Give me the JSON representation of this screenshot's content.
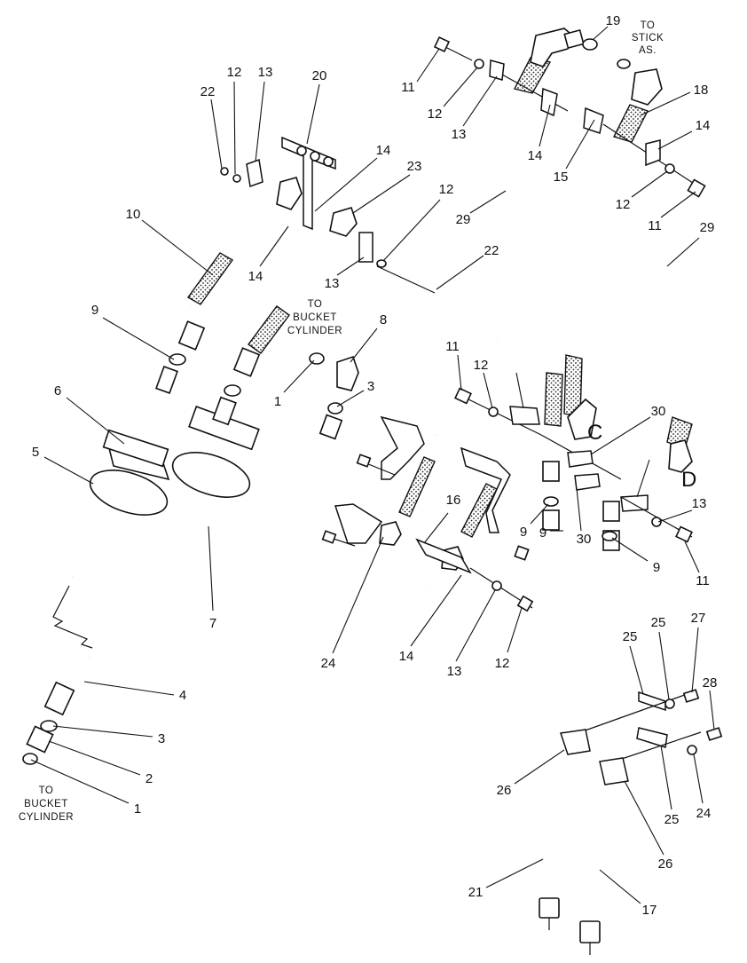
{
  "notes": {
    "to_stick": [
      "TO",
      "STICK",
      "AS."
    ],
    "to_bucket_mid": [
      "TO",
      "BUCKET",
      "CYLINDER"
    ],
    "to_bucket_low": [
      "TO",
      "BUCKET",
      "CYLINDER"
    ]
  },
  "view_letters": {
    "c": "C",
    "d": "D"
  },
  "callouts": [
    "1",
    "1",
    "2",
    "3",
    "3",
    "4",
    "5",
    "6",
    "7",
    "8",
    "9",
    "9",
    "9",
    "9",
    "10",
    "11",
    "11",
    "11",
    "11",
    "12",
    "12",
    "12",
    "12",
    "12",
    "12",
    "13",
    "13",
    "13",
    "13",
    "13",
    "14",
    "14",
    "14",
    "14",
    "14",
    "15",
    "16",
    "17",
    "18",
    "19",
    "20",
    "21",
    "22",
    "22",
    "23",
    "24",
    "24",
    "25",
    "25",
    "25",
    "26",
    "26",
    "27",
    "28",
    "29",
    "29",
    "30",
    "30"
  ]
}
